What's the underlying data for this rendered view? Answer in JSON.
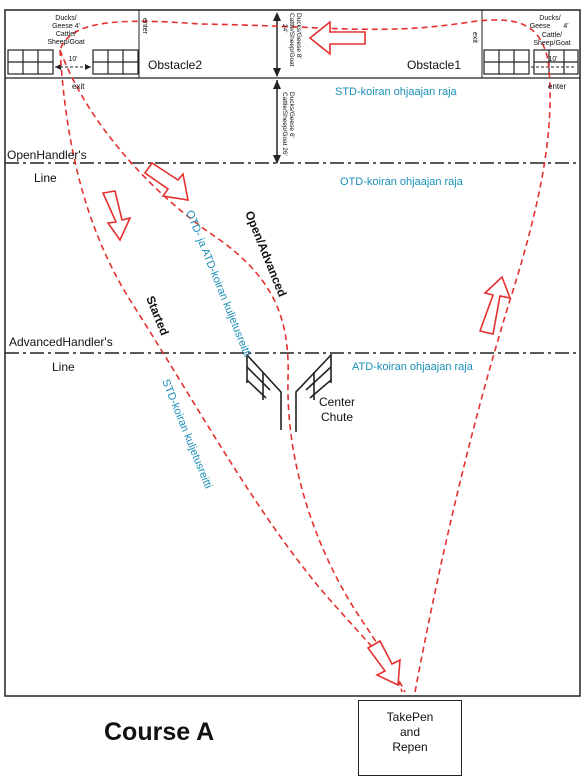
{
  "title": "Course A",
  "obstacles": {
    "obstacle1": "Obstacle1",
    "obstacle2": "Obstacle2",
    "exit": "exit",
    "enter": "enter",
    "left_pen_dims": [
      "Ducks/",
      "Geese  4'",
      "Cattle/",
      "Sheep/Goat",
      "10'"
    ],
    "right_pen_dims": [
      "Ducks/",
      "Geese",
      "4'",
      "Cattle/",
      "Sheep/Goat",
      "10'"
    ],
    "top_center_dims": [
      "Ducks/Geese  8'",
      "Cattle/Sheep/Goat",
      "24'"
    ],
    "mid_center_dims": [
      "Ducks/Geese  6'",
      "Cattle/Sheep/Goat  26'"
    ]
  },
  "lines": {
    "std_raja": "STD-koiran ohjaajan raja",
    "open_handler_1": "OpenHandler's",
    "open_handler_2": "Line",
    "otd_raja": "OTD-koiran ohjaajan raja",
    "advanced_handler_1": "AdvancedHandler's",
    "advanced_handler_2": "Line",
    "atd_raja": "ATD-koiran ohjaajan raja"
  },
  "routes": {
    "open_advanced": "Open/Advanced",
    "otd_atd_route": "OTD- ja ATD-koiran kuljetusreitti",
    "started": "Started",
    "std_route": "STD-koiran kuljetusreitti"
  },
  "center_chute": [
    "Center",
    "Chute"
  ],
  "takepen": [
    "TakePen",
    "and",
    "Repen"
  ],
  "colors": {
    "route": "#e53030",
    "cyan": "#1a8fb8",
    "line": "#222222"
  }
}
